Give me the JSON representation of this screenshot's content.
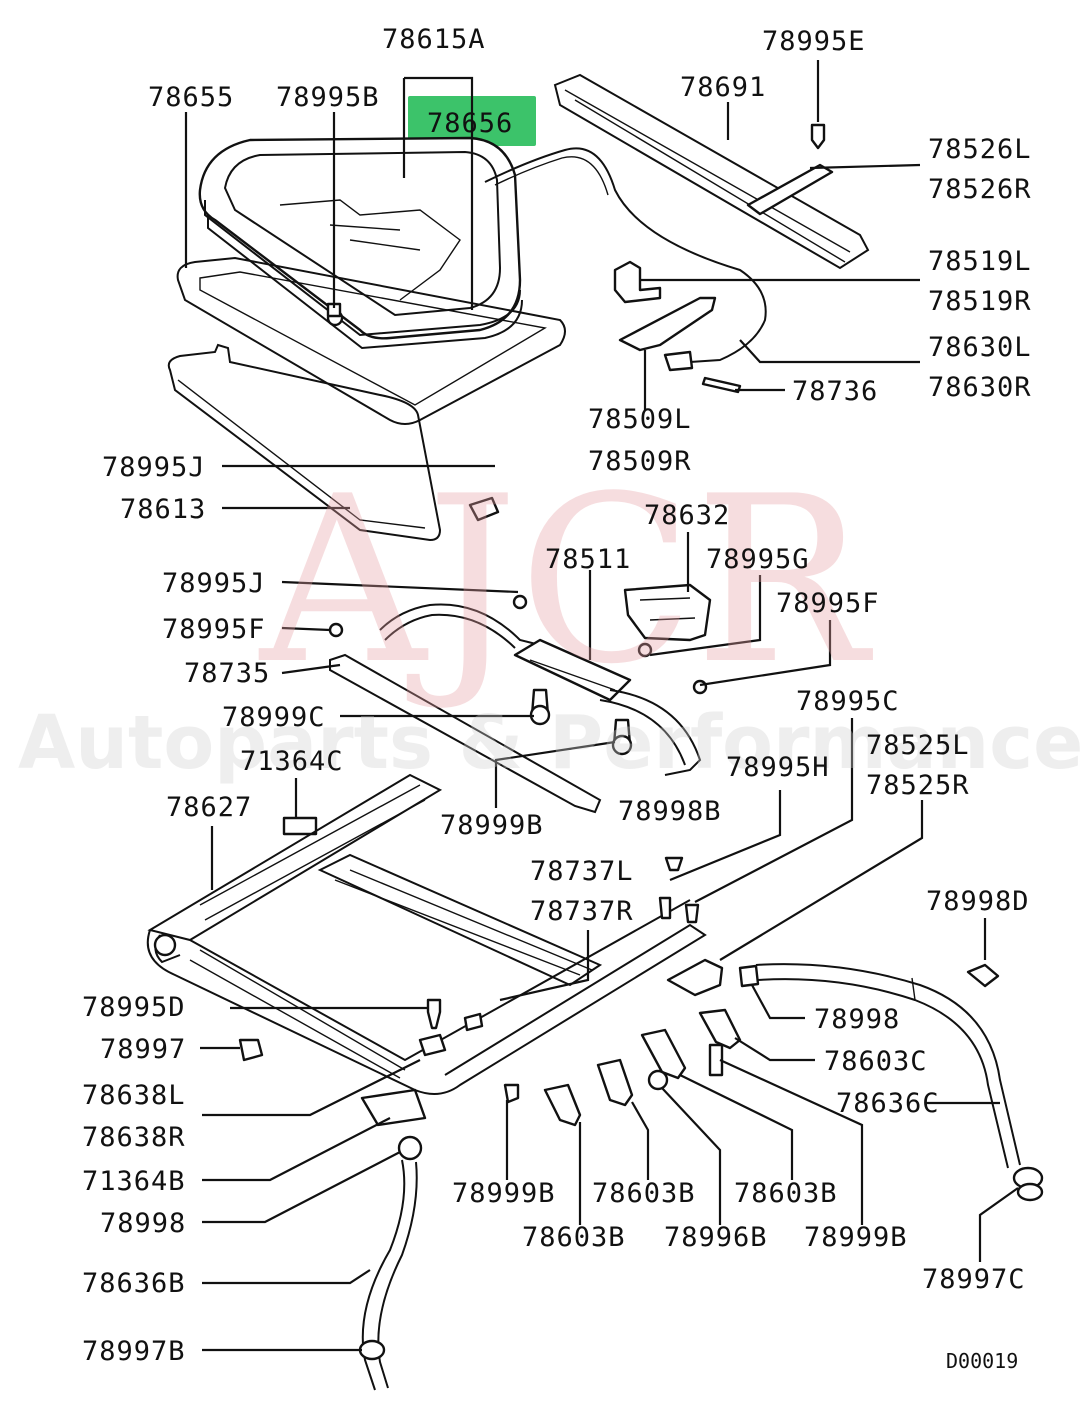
{
  "diagram": {
    "highlight_color": "#3cc36a",
    "highlighted_part": "78656",
    "diagram_code": "D00019",
    "watermark": {
      "logo": "AJCR",
      "tagline": "Autoparts & Performance"
    },
    "labels": [
      {
        "id": "l1",
        "text": "78615A"
      },
      {
        "id": "l2",
        "text": "78655"
      },
      {
        "id": "l3",
        "text": "78995B"
      },
      {
        "id": "l4",
        "text": "78656"
      },
      {
        "id": "l5",
        "text": "78995E"
      },
      {
        "id": "l6",
        "text": "78691"
      },
      {
        "id": "l7",
        "text": "78526L"
      },
      {
        "id": "l8",
        "text": "78526R"
      },
      {
        "id": "l9",
        "text": "78519L"
      },
      {
        "id": "l10",
        "text": "78519R"
      },
      {
        "id": "l11",
        "text": "78630L"
      },
      {
        "id": "l12",
        "text": "78630R"
      },
      {
        "id": "l13",
        "text": "78736"
      },
      {
        "id": "l14",
        "text": "78509L"
      },
      {
        "id": "l15",
        "text": "78509R"
      },
      {
        "id": "l16",
        "text": "78995J"
      },
      {
        "id": "l17",
        "text": "78613"
      },
      {
        "id": "l18",
        "text": "78632"
      },
      {
        "id": "l19",
        "text": "78511"
      },
      {
        "id": "l20",
        "text": "78995G"
      },
      {
        "id": "l21",
        "text": "78995J"
      },
      {
        "id": "l22",
        "text": "78995F"
      },
      {
        "id": "l23",
        "text": "78995F"
      },
      {
        "id": "l24",
        "text": "78735"
      },
      {
        "id": "l25",
        "text": "78995C"
      },
      {
        "id": "l26",
        "text": "78999C"
      },
      {
        "id": "l27",
        "text": "78525L"
      },
      {
        "id": "l28",
        "text": "71364C"
      },
      {
        "id": "l29",
        "text": "78525R"
      },
      {
        "id": "l30",
        "text": "78995H"
      },
      {
        "id": "l31",
        "text": "78627"
      },
      {
        "id": "l32",
        "text": "78999B"
      },
      {
        "id": "l33",
        "text": "78998B"
      },
      {
        "id": "l34",
        "text": "78737L"
      },
      {
        "id": "l35",
        "text": "78737R"
      },
      {
        "id": "l36",
        "text": "78998D"
      },
      {
        "id": "l37",
        "text": "78995D"
      },
      {
        "id": "l38",
        "text": "78998"
      },
      {
        "id": "l39",
        "text": "78997"
      },
      {
        "id": "l40",
        "text": "78603C"
      },
      {
        "id": "l41",
        "text": "78638L"
      },
      {
        "id": "l42",
        "text": "78636C"
      },
      {
        "id": "l43",
        "text": "78638R"
      },
      {
        "id": "l44",
        "text": "71364B"
      },
      {
        "id": "l45",
        "text": "78999B"
      },
      {
        "id": "l46",
        "text": "78603B"
      },
      {
        "id": "l47",
        "text": "78603B"
      },
      {
        "id": "l48",
        "text": "78998"
      },
      {
        "id": "l49",
        "text": "78603B"
      },
      {
        "id": "l50",
        "text": "78996B"
      },
      {
        "id": "l51",
        "text": "78999B"
      },
      {
        "id": "l52",
        "text": "78636B"
      },
      {
        "id": "l53",
        "text": "78997C"
      },
      {
        "id": "l54",
        "text": "78997B"
      }
    ]
  }
}
